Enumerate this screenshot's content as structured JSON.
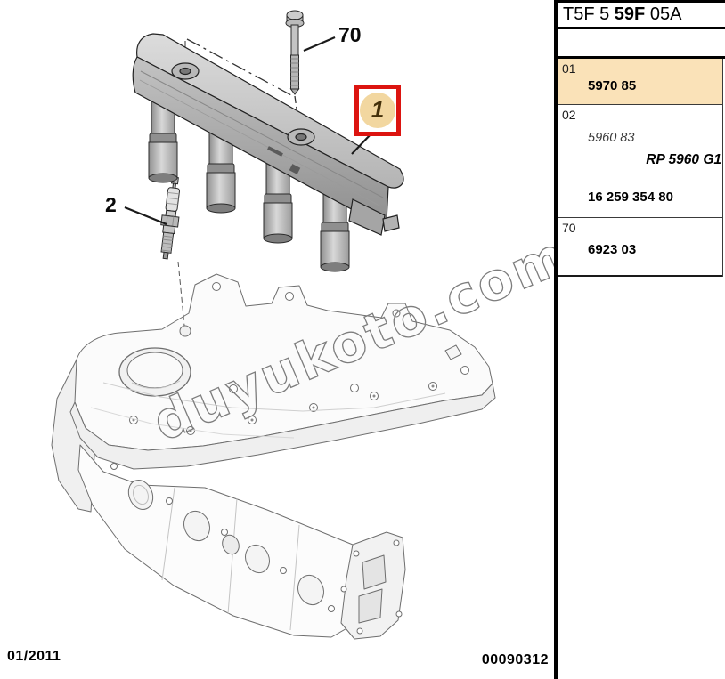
{
  "title_block": {
    "code": {
      "prefix": "T5F 5 ",
      "bold": "59F",
      "suffix": " 05A"
    }
  },
  "parts_table": {
    "row_01": {
      "ref": "01",
      "part_number": "5970 85",
      "highlighted": true
    },
    "row_02": {
      "ref": "02",
      "superseded_number": "5960 83",
      "replacement_note": "RP 5960 G1",
      "part_number": "16 259 354 80"
    },
    "row_70": {
      "ref": "70",
      "part_number": "6923 03"
    }
  },
  "diagram": {
    "callout_1": "1",
    "callout_2": "2",
    "callout_70": "70",
    "watermark": "duyukoto.com",
    "items": {
      "1": "ignition-coil-rail",
      "2": "spark-plug",
      "70": "mounting-bolt"
    }
  },
  "footer": {
    "date": "01/2011",
    "document_number": "00090312"
  },
  "colors": {
    "row_highlight": "#FAE2B8",
    "callout_box_red": "#DC1410",
    "callout_circle": "#F2D7A0",
    "divider": "#000000"
  }
}
